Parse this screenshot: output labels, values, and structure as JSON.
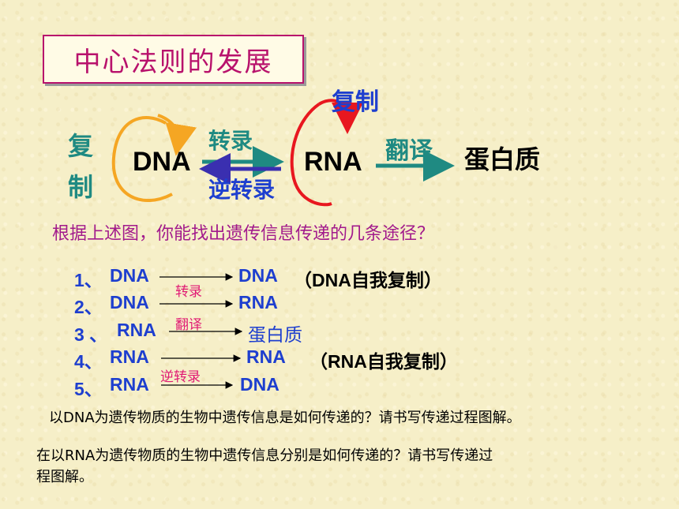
{
  "title": "中心法则的发展",
  "diagram": {
    "replicate_dna_top": "复",
    "replicate_dna_bottom": "制",
    "dna": "DNA",
    "rna": "RNA",
    "protein": "蛋白质",
    "transcription": "转录",
    "reverse_transcription": "逆转录",
    "rna_replication": "复制",
    "translation": "翻译"
  },
  "question": "根据上述图，你能找出遗传信息传递的几条途径？",
  "pathways": [
    {
      "number": "1、",
      "from": "DNA",
      "to": "DNA",
      "note": "（DNA自我复制）"
    },
    {
      "number": "2、",
      "from": "DNA",
      "to": "RNA",
      "label": "转录"
    },
    {
      "number": "3 、",
      "from": "RNA",
      "to": "蛋白质",
      "label": "翻译"
    },
    {
      "number": "4、",
      "from": "RNA",
      "to": "RNA",
      "note": "（RNA自我复制）"
    },
    {
      "number": "5、",
      "from": "RNA",
      "to": "DNA",
      "label": "逆转录"
    }
  ],
  "prompt1": "以DNA为遗传物质的生物中遗传信息是如何传递的？请书写传递过程图解。",
  "prompt2_line1": "在以RNA为遗传物质的生物中遗传信息分别是如何传递的？请书写传递过",
  "prompt2_line2": "程图解。",
  "colors": {
    "title": "#b8126c",
    "teal": "#1f8a82",
    "blue": "#1e3fcf",
    "pink": "#e01a74",
    "purple": "#a21a8c",
    "orange_loop": "#f5a623",
    "red_loop": "#e8171f"
  }
}
